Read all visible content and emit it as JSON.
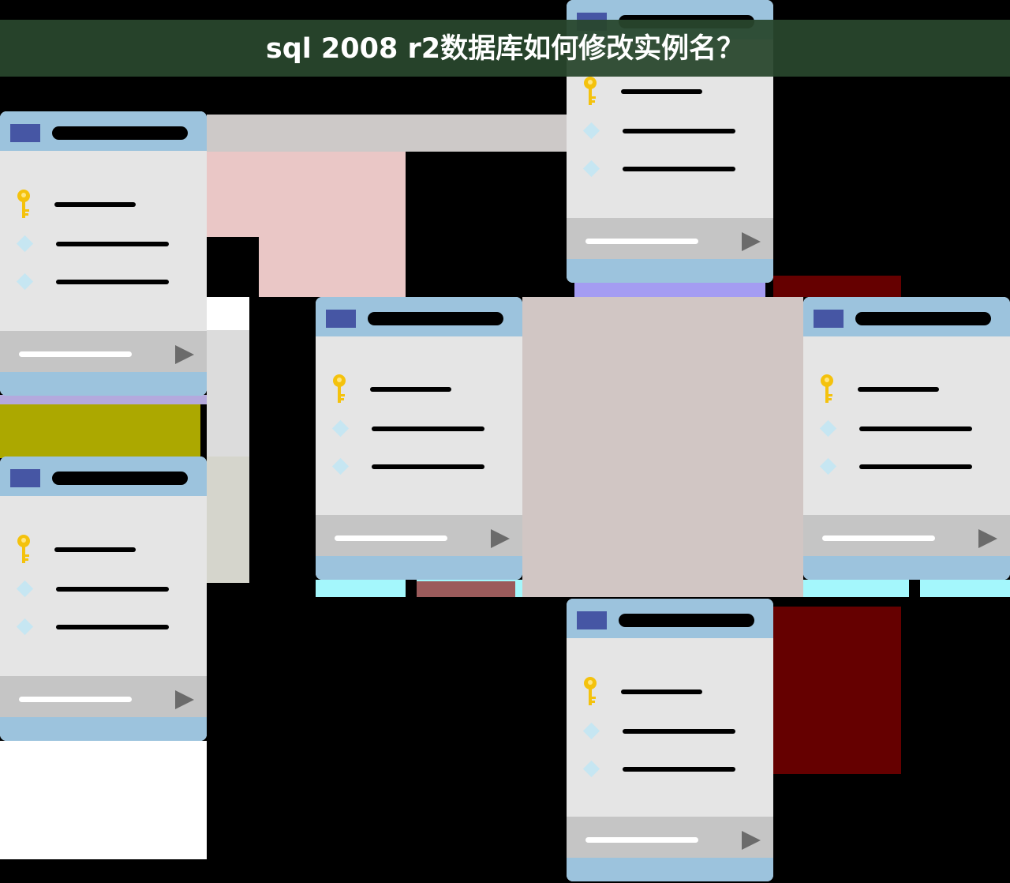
{
  "banner": {
    "title": "sql 2008 r2数据库如何修改实例名？"
  },
  "colors": {
    "card_body": "#e5e5e5",
    "card_header": "#9cc3dd",
    "card_tag": "#4656a4",
    "card_footer": "#c5c5c5",
    "key_icon": "#f4c20d",
    "diamond_icon": "#c6e6f2",
    "play_icon": "#6b6b6b",
    "banner_background": "#28462d",
    "banner_text": "#ffffff"
  },
  "icons": [
    "key-icon",
    "diamond-icon",
    "play-icon"
  ],
  "cards": [
    {
      "name": "table-card-top"
    },
    {
      "name": "table-card-left-upper"
    },
    {
      "name": "table-card-left-lower"
    },
    {
      "name": "table-card-center"
    },
    {
      "name": "table-card-right"
    },
    {
      "name": "table-card-bottom"
    }
  ]
}
